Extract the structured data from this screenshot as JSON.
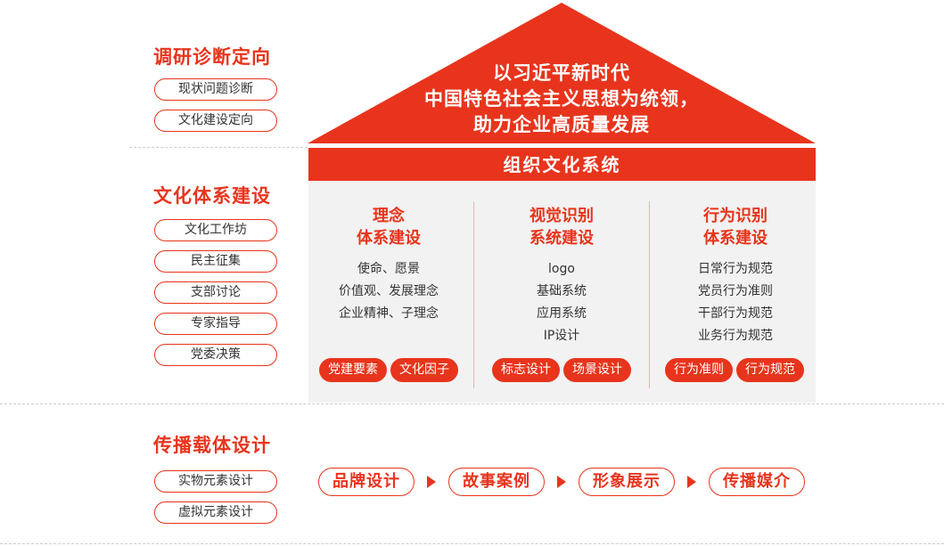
{
  "sections": {
    "research": {
      "title": "调研诊断定向",
      "items": [
        "现状问题诊断",
        "文化建设定向"
      ]
    },
    "system": {
      "title": "文化体系建设",
      "items": [
        "文化工作坊",
        "民主征集",
        "支部讨论",
        "专家指导",
        "党委决策"
      ]
    },
    "carrier": {
      "title": "传播载体设计",
      "items": [
        "实物元素设计",
        "虚拟元素设计"
      ]
    }
  },
  "house": {
    "roof_lines": [
      "以习近平新时代",
      "中国特色社会主义思想为统领，",
      "助力企业高质量发展"
    ],
    "band": "组织文化系统",
    "columns": [
      {
        "title_lines": [
          "理念",
          "体系建设"
        ],
        "items": [
          "使命、愿景",
          "价值观、发展理念",
          "企业精神、子理念"
        ],
        "chips": [
          "党建要素",
          "文化因子"
        ]
      },
      {
        "title_lines": [
          "视觉识别",
          "系统建设"
        ],
        "items": [
          "logo",
          "基础系统",
          "应用系统",
          "IP设计"
        ],
        "chips": [
          "标志设计",
          "场景设计"
        ]
      },
      {
        "title_lines": [
          "行为识别",
          "体系建设"
        ],
        "items": [
          "日常行为规范",
          "党员行为准则",
          "干部行为规范",
          "业务行为规范"
        ],
        "chips": [
          "行为准则",
          "行为规范"
        ]
      }
    ]
  },
  "flow": [
    "品牌设计",
    "故事案例",
    "形象展示",
    "传播媒介"
  ],
  "colors": {
    "accent": "#e8341c",
    "panel": "#f2f2f2",
    "divider": "#cccccc"
  }
}
